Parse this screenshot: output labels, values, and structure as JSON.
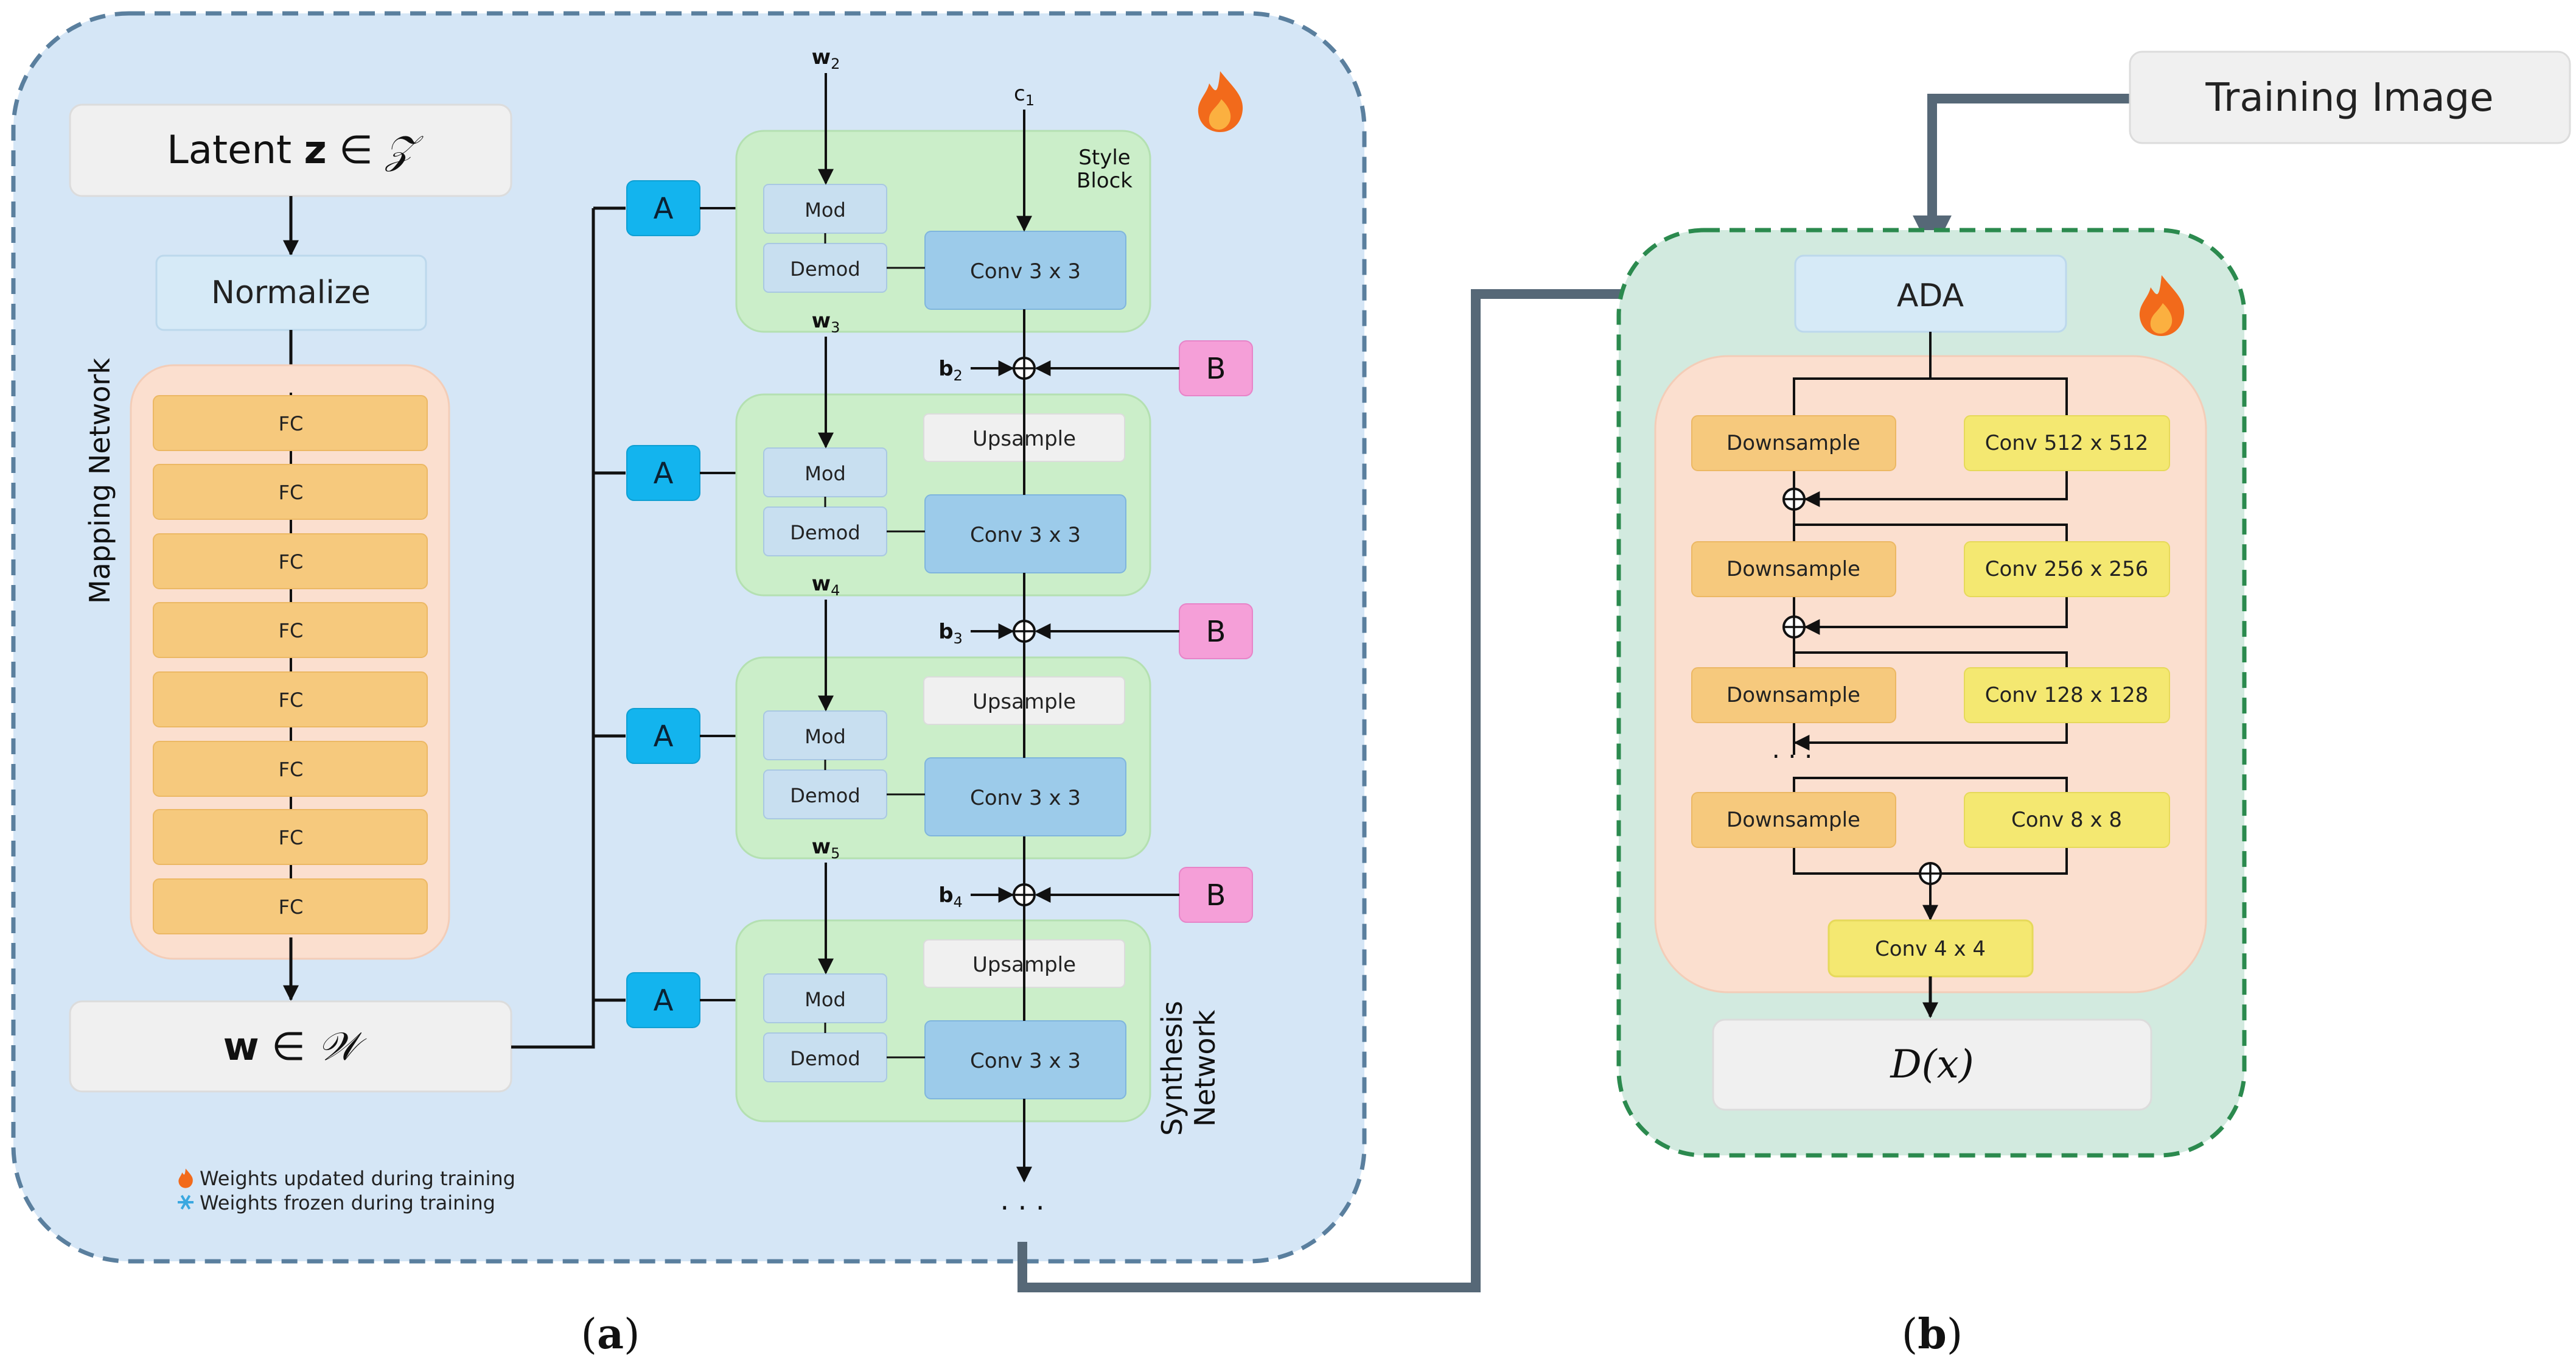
{
  "panel_a": {
    "caption_paren_open": "(",
    "caption_letter": "a",
    "caption_paren_close": ")",
    "latent_label": "Latent ",
    "latent_z": "z",
    "latent_in": " ∈ ",
    "latent_space": "𝒵",
    "normalize": "Normalize",
    "mapping_network": "Mapping Network",
    "fc_layers": [
      "FC",
      "FC",
      "FC",
      "FC",
      "FC",
      "FC",
      "FC",
      "FC"
    ],
    "w_symbol": "w",
    "w_in": " ∈ ",
    "w_space": "𝒲",
    "affine_label": "A",
    "noise_label": "B",
    "style_block_line1": "Style",
    "style_block_line2": "Block",
    "synthesis_line1": "Synthesis",
    "synthesis_line2": "Network",
    "blocks": [
      {
        "w": "w",
        "w_sub": "2",
        "mod": "Mod",
        "demod": "Demod",
        "conv": "Conv 3 x 3",
        "upsample": ""
      },
      {
        "w": "w",
        "w_sub": "3",
        "mod": "Mod",
        "demod": "Demod",
        "conv": "Conv 3 x 3",
        "upsample": "Upsample"
      },
      {
        "w": "w",
        "w_sub": "4",
        "mod": "Mod",
        "demod": "Demod",
        "conv": "Conv 3 x 3",
        "upsample": "Upsample"
      },
      {
        "w": "w",
        "w_sub": "5",
        "mod": "Mod",
        "demod": "Demod",
        "conv": "Conv 3 x 3",
        "upsample": "Upsample"
      }
    ],
    "const_label": "c",
    "const_sub": "1",
    "biases": [
      {
        "b": "b",
        "sub": "2"
      },
      {
        "b": "b",
        "sub": "3"
      },
      {
        "b": "b",
        "sub": "4"
      }
    ],
    "ellipsis": "· · ·",
    "legend": {
      "updated": "Weights updated during training",
      "frozen": "Weights frozen during training"
    }
  },
  "panel_b": {
    "caption_paren_open": "(",
    "caption_letter": "b",
    "caption_paren_close": ")",
    "training_image": "Training Image",
    "ada": "ADA",
    "rows": [
      {
        "down": "Downsample",
        "conv": "Conv 512 x 512"
      },
      {
        "down": "Downsample",
        "conv": "Conv 256 x 256"
      },
      {
        "down": "Downsample",
        "conv": "Conv 128 x 128"
      },
      {
        "down": "Downsample",
        "conv": "Conv 8 x 8"
      }
    ],
    "ellipsis": "· · ·",
    "final_conv": "Conv 4 x 4",
    "output": "D(x)"
  },
  "colors": {
    "panel_a_bg": "#d5e6f6",
    "panel_a_border": "#5a7f9e",
    "panel_b_bg": "#d2eadf",
    "panel_b_border": "#2b8a4e",
    "mapping_bg": "#fbdfcf",
    "fc_fill": "#f6c97d",
    "gray_box": "#f0f0f0",
    "normalize_fill": "#d6eaf7",
    "style_block_bg": "#cbeec9",
    "mod_fill": "#c8dff0",
    "conv_fill": "#9ccbea",
    "affine_fill": "#13b4ee",
    "noise_fill": "#f59fd8",
    "disc_inner_bg": "#fbdfcf",
    "downsample_fill": "#f6c97d",
    "conv_yellow": "#f4e871",
    "thick_arrow": "#566877",
    "flame": "#f26a1b",
    "snowflake": "#3aa8e0"
  }
}
